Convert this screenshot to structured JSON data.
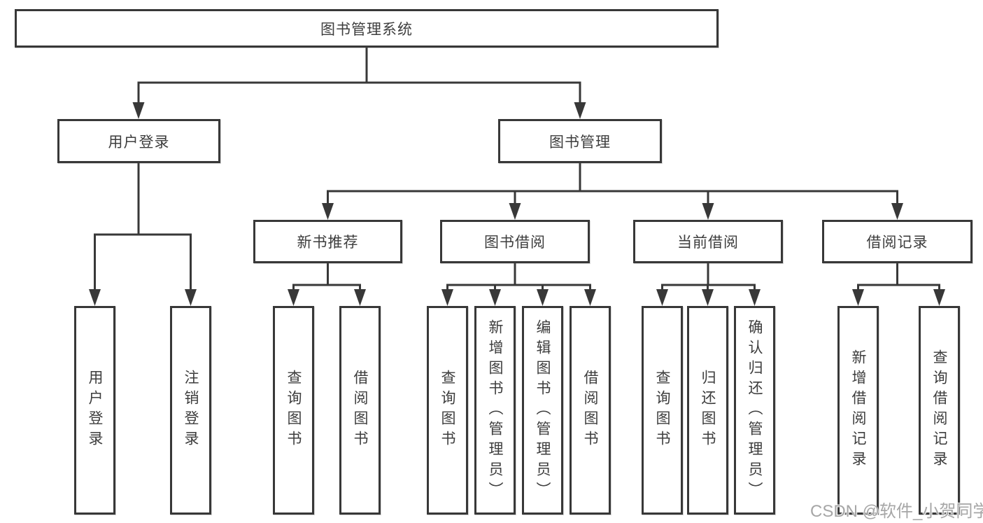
{
  "colors": {
    "line": "#383838",
    "box_border": "#383838",
    "box_bg": "#ffffff",
    "text": "#3d3d3d",
    "watermark": "#a6a6a6"
  },
  "root": {
    "label": "图书管理系统"
  },
  "level2": [
    {
      "label": "用户登录"
    },
    {
      "label": "图书管理"
    }
  ],
  "level3": [
    {
      "label": "新书推荐"
    },
    {
      "label": "图书借阅"
    },
    {
      "label": "当前借阅"
    },
    {
      "label": "借阅记录"
    }
  ],
  "leaves": [
    {
      "label": "用户登录"
    },
    {
      "label": "注销登录"
    },
    {
      "label": "查询图书"
    },
    {
      "label": "借阅图书"
    },
    {
      "label": "查询图书"
    },
    {
      "label": "新增图书（管理员）"
    },
    {
      "label": "编辑图书（管理员）"
    },
    {
      "label": "借阅图书"
    },
    {
      "label": "查询图书"
    },
    {
      "label": "归还图书"
    },
    {
      "label": "确认归还（管理员）"
    },
    {
      "label": "新增借阅记录"
    },
    {
      "label": "查询借阅记录"
    }
  ],
  "watermark": {
    "text": "CSDN @软件_小贺同学"
  }
}
